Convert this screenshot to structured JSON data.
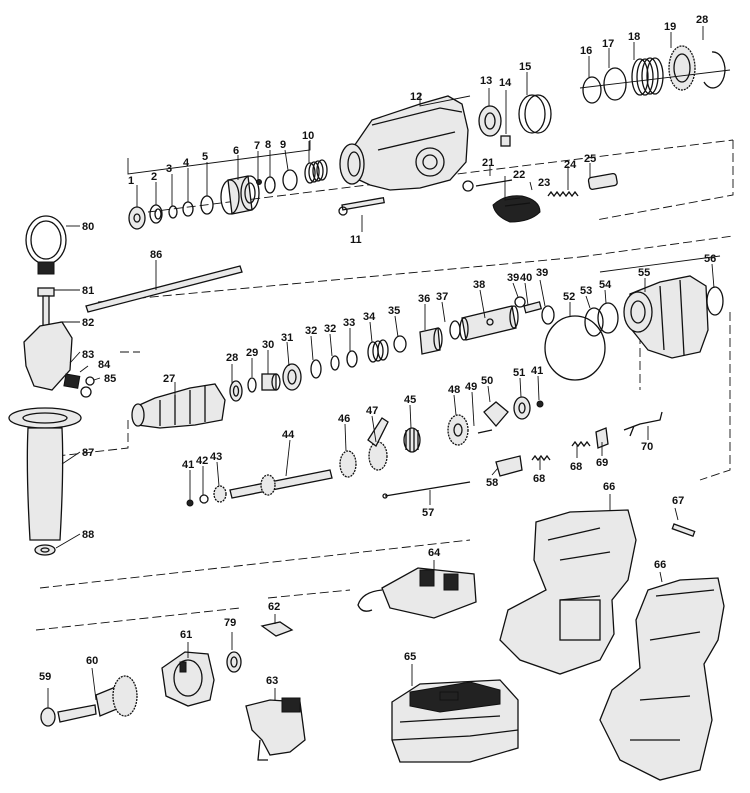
{
  "labels": {
    "p1": "1",
    "p2": "2",
    "p3": "3",
    "p4": "4",
    "p5": "5",
    "p6": "6",
    "p7": "7",
    "p8": "8",
    "p9": "9",
    "p10": "10",
    "p11": "11",
    "p12": "12",
    "p13": "13",
    "p14": "14",
    "p15": "15",
    "p16": "16",
    "p17": "17",
    "p18": "18",
    "p19": "19",
    "p21": "21",
    "p22": "22",
    "p23": "23",
    "p24": "24",
    "p25": "25",
    "p27": "27",
    "p28a": "28",
    "p28b": "28",
    "p29": "29",
    "p30": "30",
    "p31": "31",
    "p32a": "32",
    "p32b": "32",
    "p33": "33",
    "p34": "34",
    "p35": "35",
    "p36": "36",
    "p37": "37",
    "p38": "38",
    "p39a": "39",
    "p39b": "39",
    "p40": "40",
    "p41a": "41",
    "p41b": "41",
    "p42": "42",
    "p43": "43",
    "p44": "44",
    "p45": "45",
    "p46": "46",
    "p47": "47",
    "p48": "48",
    "p49": "49",
    "p50": "50",
    "p51": "51",
    "p52": "52",
    "p53": "53",
    "p54": "54",
    "p55": "55",
    "p56": "56",
    "p57": "57",
    "p58": "58",
    "p59": "59",
    "p60": "60",
    "p61": "61",
    "p62": "62",
    "p63": "63",
    "p64": "64",
    "p65": "65",
    "p66a": "66",
    "p66b": "66",
    "p67": "67",
    "p68a": "68",
    "p68b": "68",
    "p69": "69",
    "p70": "70",
    "p79": "79",
    "p80": "80",
    "p81": "81",
    "p82": "82",
    "p83": "83",
    "p84": "84",
    "p85": "85",
    "p86": "86",
    "p87": "87",
    "p88": "88"
  }
}
